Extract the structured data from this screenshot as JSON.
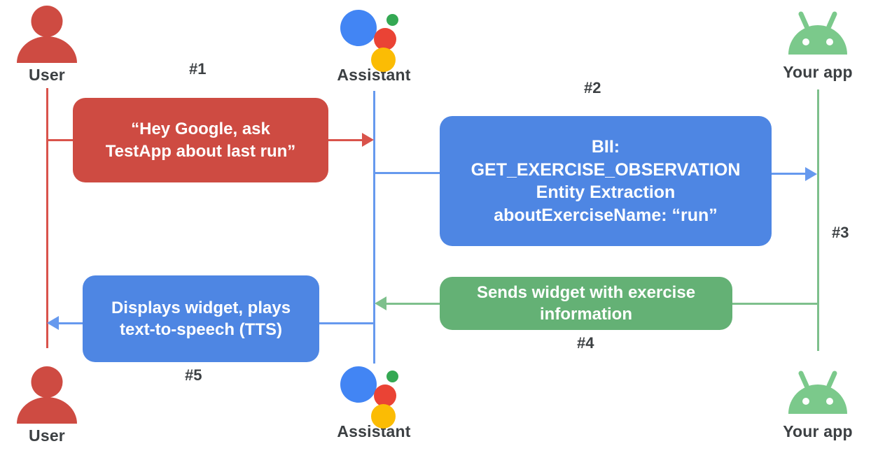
{
  "diagram": {
    "title": "Google Assistant App Actions sequence diagram",
    "colors": {
      "red": "#CE4B42",
      "blue": "#4E86E3",
      "green": "#64B175",
      "lifeline_red": "#D9534B",
      "lifeline_blue": "#6699EE",
      "lifeline_green": "#7EC08C",
      "label_text": "#3c4043",
      "background": "#FFFFFF"
    }
  },
  "actors": {
    "top": [
      {
        "id": "user",
        "label": "User",
        "icon": "user-avatar-icon"
      },
      {
        "id": "assistant",
        "label": "Assistant",
        "icon": "google-assistant-icon"
      },
      {
        "id": "app",
        "label": "Your app",
        "icon": "android-robot-icon"
      }
    ],
    "bottom": [
      {
        "id": "user",
        "label": "User",
        "icon": "user-avatar-icon"
      },
      {
        "id": "assistant",
        "label": "Assistant",
        "icon": "google-assistant-icon"
      },
      {
        "id": "app",
        "label": "Your app",
        "icon": "android-robot-icon"
      }
    ]
  },
  "steps": [
    {
      "id": "step1",
      "label": "#1"
    },
    {
      "id": "step2",
      "label": "#2"
    },
    {
      "id": "step3",
      "label": "#3"
    },
    {
      "id": "step4",
      "label": "#4"
    },
    {
      "id": "step5",
      "label": "#5"
    }
  ],
  "messages": {
    "m1": {
      "color": "red",
      "step": "#1",
      "lines": [
        "“Hey Google, ask",
        "TestApp about last run”"
      ]
    },
    "m2": {
      "color": "blue",
      "step": "#2",
      "lines": [
        "BII:",
        "GET_EXERCISE_OBSERVATION",
        "Entity Extraction",
        "aboutExerciseName: “run”"
      ]
    },
    "m4": {
      "color": "green",
      "step": "#4",
      "lines": [
        "Sends widget with exercise",
        "information"
      ]
    },
    "m5": {
      "color": "blue",
      "step": "#5",
      "lines": [
        "Displays widget, plays",
        "text-to-speech (TTS)"
      ]
    }
  }
}
